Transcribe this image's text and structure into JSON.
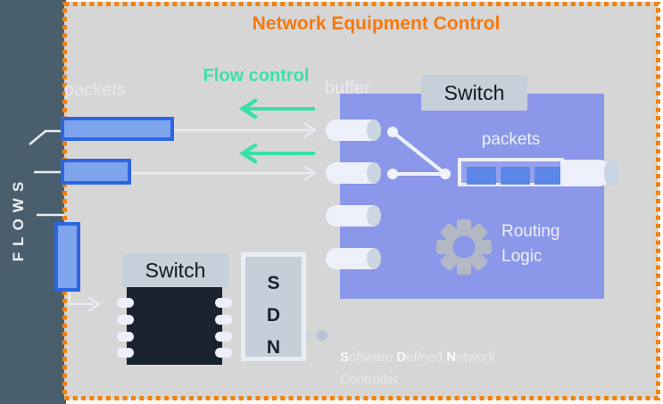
{
  "title": "Network Equipment Control",
  "colors": {
    "accent_orange": "#F5790F",
    "accent_green": "#3BE0A8",
    "board_gray": "#D6D6D6",
    "side_strip": "#4A5F6E",
    "router_blue": "#8B97E9",
    "packet_fill": "#7EA4EE",
    "packet_border": "#2D66E2",
    "chip_black": "#1A2330",
    "label_steel": "#C6D0DA",
    "ink_white": "#EDEFF8",
    "gear_gray": "#B3B9C4"
  },
  "side": {
    "label": "FLOWS"
  },
  "inputs": {
    "label": "packets"
  },
  "flow_control": {
    "label": "Flow control"
  },
  "router": {
    "buffer_label": "buffer",
    "switch_label": "Switch",
    "packets_label": "packets",
    "routing_line1": "Routing",
    "routing_line2": "Logic"
  },
  "chip": {
    "label": "Switch"
  },
  "sdn": {
    "letters": [
      "S",
      "D",
      "N"
    ]
  },
  "footer": {
    "line1_segments": [
      {
        "t": "S",
        "b": true
      },
      {
        "t": "oftware ",
        "b": false
      },
      {
        "t": "D",
        "b": true
      },
      {
        "t": "efined ",
        "b": false
      },
      {
        "t": "N",
        "b": true
      },
      {
        "t": "etwork",
        "b": false
      }
    ],
    "line2": "Controller"
  }
}
